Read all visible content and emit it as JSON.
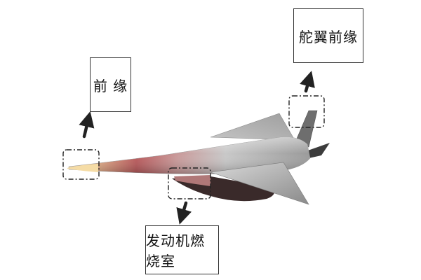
{
  "labels": {
    "leading_edge": "前 缘",
    "rudder_leading_edge": "舵翼前缘",
    "engine_combustor": "发动机燃烧室"
  },
  "colors": {
    "line": "#222222",
    "nose_tip": "#f3d9a8",
    "heat_red": "#9a2a2a",
    "body_gray": "#a9a9a9"
  }
}
